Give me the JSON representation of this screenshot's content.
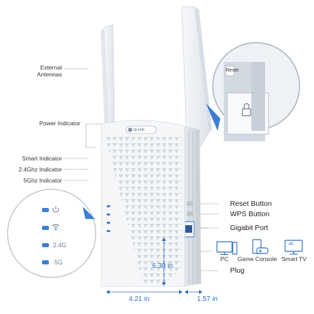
{
  "labels": {
    "external_antennas": "External\nAntennas",
    "power_indicator": "Power Indicator",
    "smart_indicator": "Smart Indicator",
    "ghz24_indicator": "2.4Ghz Indicator",
    "ghz5_indicator": "5Ghz Indicator",
    "reset_button": "Reset Button",
    "wps_button": "WPS Button",
    "gigabit_port": "Gigabit Port",
    "plug": "Plug"
  },
  "zoom_leds": {
    "band24": "2.4G",
    "band5": "5G"
  },
  "zoom_reset": {
    "label": "Reset"
  },
  "brand": {
    "logo_text": "tp-link"
  },
  "dimensions": {
    "height": "6.30 in",
    "width": "4.21 in",
    "depth": "1.57 in"
  },
  "devices": [
    {
      "label": "PC",
      "icon": "pc-icon"
    },
    {
      "label": "Game Console",
      "icon": "game-console-icon"
    },
    {
      "label": "Smart TV",
      "icon": "smart-tv-icon",
      "badge": "4K"
    }
  ],
  "colors": {
    "accent": "#2e6fb8",
    "led": "#3a7fd5",
    "callout_line": "#999999"
  }
}
